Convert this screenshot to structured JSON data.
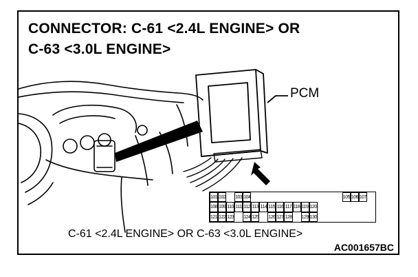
{
  "title": {
    "line1": "CONNECTOR: C-61 <2.4L ENGINE> OR",
    "line2": "C-63 <3.0L ENGINE>"
  },
  "pcm_label": "PCM",
  "connector": {
    "rows": [
      [
        "101",
        "102",
        "",
        "103",
        "104",
        "",
        "",
        "",
        "",
        "",
        "",
        "",
        "",
        "",
        "",
        "",
        "105",
        "106",
        "107",
        ""
      ],
      [
        "108",
        "109",
        "110",
        "111",
        "112",
        "113",
        "114",
        "115",
        "116",
        "117",
        "118",
        "119",
        "120",
        "",
        "",
        "",
        "",
        "",
        "",
        ""
      ],
      [
        "121",
        "122",
        "123",
        "",
        "124",
        "125",
        "",
        "126",
        "127",
        "128",
        "",
        "129",
        "130",
        "",
        "",
        "",
        "",
        "",
        "",
        ""
      ]
    ]
  },
  "caption": "C-61 <2.4L ENGINE> OR C-63 <3.0L ENGINE>",
  "figure_code": "AC001657BC"
}
